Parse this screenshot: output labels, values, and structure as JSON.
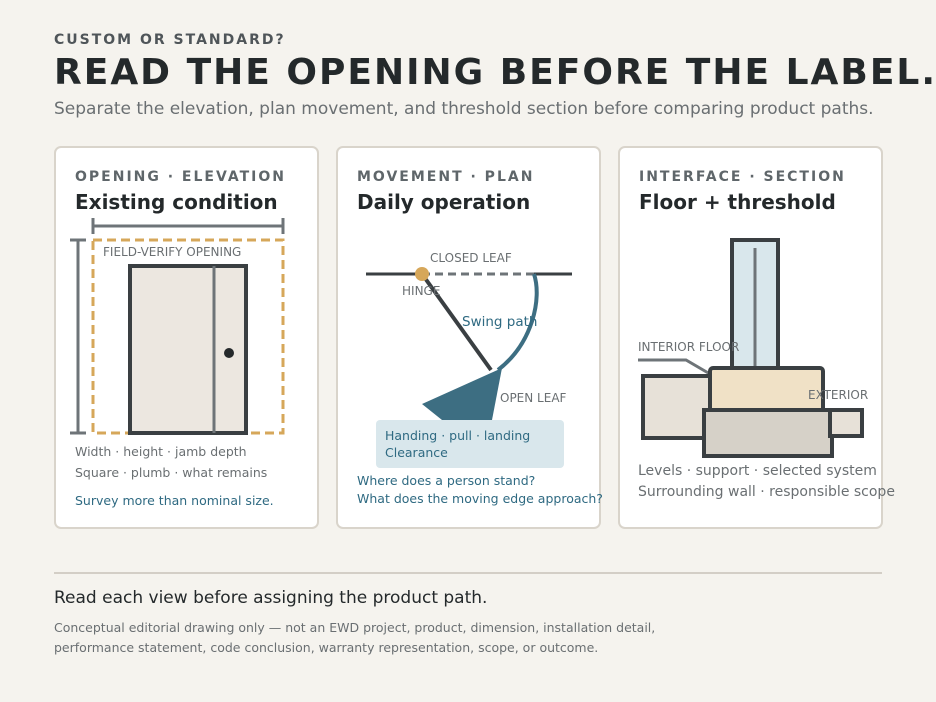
{
  "header": {
    "eyebrow": "CUSTOM OR STANDARD?",
    "headline": "READ THE OPENING BEFORE THE LABEL.",
    "subhead": "Separate the elevation, plan movement, and threshold section before comparing product paths."
  },
  "cards": [
    {
      "kicker": "OPENING · ELEVATION",
      "title": "Existing condition",
      "diagram_label": "FIELD-VERIFY OPENING",
      "lines": [
        "Width · height · jamb depth",
        "Square · plumb · what remains"
      ],
      "accent_line": "Survey more than nominal size."
    },
    {
      "kicker": "MOVEMENT · PLAN",
      "title": "Daily operation",
      "labels": {
        "closed_leaf": "CLOSED LEAF",
        "hinge": "HINGE",
        "swing_path": "Swing path",
        "open_leaf": "OPEN LEAF"
      },
      "callout": [
        "Handing · pull · landing",
        "Clearance"
      ],
      "questions": [
        "Where does a person stand?",
        "What does the moving edge approach?"
      ]
    },
    {
      "kicker": "INTERFACE · SECTION",
      "title": "Floor + threshold",
      "labels": {
        "interior_floor": "INTERIOR FLOOR",
        "exterior": "EXTERIOR"
      },
      "lines": [
        "Levels · support · selected system",
        "Surrounding wall · responsible scope"
      ]
    }
  ],
  "footer": {
    "closing": "Read each view before assigning the product path.",
    "disclaimer": [
      "Conceptual editorial drawing only — not an EWD project, product, dimension, installation detail,",
      "performance statement, code conclusion, warranty representation, scope, or outcome."
    ]
  },
  "colors": {
    "background": "#f5f3ee",
    "ink": "#3a3f42",
    "accent_blue": "#2f6a82",
    "field_verify_gold": "#d6a75a",
    "door_fill": "#ece7e0",
    "glass": "#d9e7ec",
    "threshold_fill": "#f0e1c6"
  }
}
